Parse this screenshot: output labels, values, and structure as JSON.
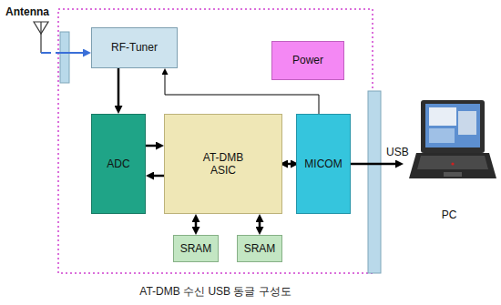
{
  "diagram": {
    "caption": "AT-DMB 수신 USB 동글 구성도",
    "nodes": [
      {
        "text": [
          "Antenna"
        ]
      },
      {
        "text": [
          "RF-Tuner"
        ]
      },
      {
        "text": [
          "Power"
        ]
      },
      {
        "text": [
          "ADC"
        ]
      },
      {
        "text": [
          "AT-DMB ASIC"
        ]
      },
      {
        "text": [
          "MICOM"
        ]
      },
      {
        "text": [
          "PC"
        ]
      },
      {
        "text": [
          "SRAM"
        ]
      },
      {
        "text": [
          "SRAM"
        ]
      }
    ],
    "edges": [
      {
        "from": 0,
        "to": 1,
        "arrow": "to"
      },
      {
        "from": 1,
        "to": 3,
        "arrow": "to"
      },
      {
        "from": 3,
        "to": 4,
        "arrow": "to"
      },
      {
        "from": 4,
        "to": 3,
        "arrow": "to"
      },
      {
        "from": 4,
        "to": 5,
        "arrow": "both"
      },
      {
        "from": 5,
        "to": 1,
        "arrow": "to"
      },
      {
        "from": 5,
        "to": 6,
        "label": "USB",
        "arrow": "to"
      },
      {
        "from": 4,
        "to": 7,
        "arrow": "both"
      },
      {
        "from": 4,
        "to": 8,
        "arrow": "both"
      }
    ]
  }
}
